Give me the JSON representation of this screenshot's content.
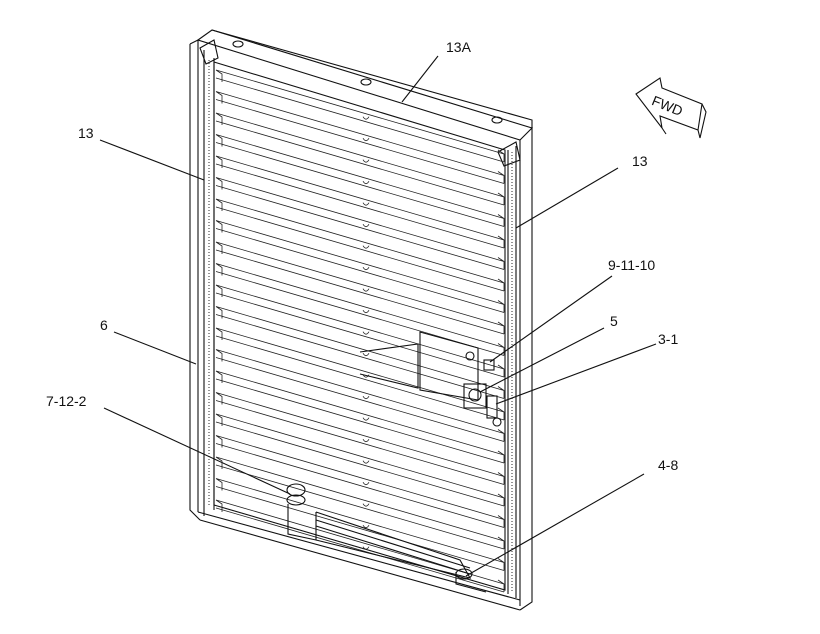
{
  "callouts": [
    {
      "id": "c-13a",
      "text": "13A"
    },
    {
      "id": "c-13-left",
      "text": "13"
    },
    {
      "id": "c-13-right",
      "text": "13"
    },
    {
      "id": "c-9-11-10",
      "text": "9-11-10"
    },
    {
      "id": "c-5",
      "text": "5"
    },
    {
      "id": "c-3-1",
      "text": "3-1"
    },
    {
      "id": "c-6",
      "text": "6"
    },
    {
      "id": "c-7-12-2",
      "text": "7-12-2"
    },
    {
      "id": "c-4-8",
      "text": "4-8"
    }
  ],
  "direction_arrow": {
    "text": "FWD",
    "icon": "forward-arrow-icon"
  },
  "colors": {
    "line": "#111111",
    "background": "#ffffff"
  }
}
